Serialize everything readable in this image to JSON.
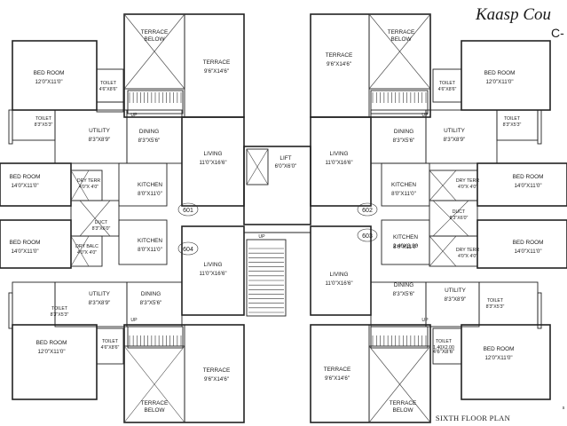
{
  "header": {
    "title": "Kaasp Cou",
    "subtitle": "C-"
  },
  "footer": {
    "floor_label": "SIXTH FLOOR PLAN",
    "corner_mark": "s"
  },
  "flats": {
    "f601": "601",
    "f602": "602",
    "f603": "603",
    "f604": "604"
  },
  "markers": {
    "up": "UP"
  },
  "core": {
    "lift_name": "LIFT",
    "lift_dim": "6'0\"X6'0\""
  },
  "rooms": [
    {
      "name": "BED ROOM",
      "dim": "12'0\"X11'0\""
    },
    {
      "name": "TOILET",
      "dim": "4'6\"X8'6\""
    },
    {
      "name": "TOILET",
      "dim": "8'3\"X5'3\""
    },
    {
      "name": "UTILITY",
      "dim": "8'3\"X8'9\""
    },
    {
      "name": "DINING",
      "dim": "8'3\"X5'6\""
    },
    {
      "name": "TERRACE",
      "dim": "9'6\"X14'6\""
    },
    {
      "name": "TERRACE BELOW",
      "dim": ""
    },
    {
      "name": "LIVING",
      "dim": "11'0\"X16'6\""
    },
    {
      "name": "BED ROOM",
      "dim": "14'0\"X11'0\""
    },
    {
      "name": "DRY TERR",
      "dim": "4'0\"X 4'0\""
    },
    {
      "name": "DUCT",
      "dim": "8'3\"X6'0\""
    },
    {
      "name": "KITCHEN",
      "dim": "8'0\"X11'0\""
    },
    {
      "name": "DRY BALC",
      "dim": "4'0\"X 4'0\""
    },
    {
      "name": "KITCHEN",
      "dim": "8'0\"X11'0\""
    },
    {
      "name": "BED ROOM",
      "dim": "14'0\"X11'0\""
    },
    {
      "name": "LIVING",
      "dim": "11'0\"X16'6\""
    },
    {
      "name": "UTILITY",
      "dim": "8'3\"X8'9\""
    },
    {
      "name": "TOILET",
      "dim": "8'3\"X5'3\""
    },
    {
      "name": "DINING",
      "dim": "8'3\"X5'6\""
    },
    {
      "name": "BED ROOM",
      "dim": "12'0\"X11'0\""
    },
    {
      "name": "TOILET",
      "dim": "4'6\"X8'6\""
    },
    {
      "name": "TERRACE",
      "dim": "9'6\"X14'6\""
    },
    {
      "name": "TERRACE BELOW",
      "dim": ""
    },
    {
      "name": "TERRACE",
      "dim": "9'6\"X14'6\""
    },
    {
      "name": "TERRACE BELOW",
      "dim": ""
    },
    {
      "name": "BED ROOM",
      "dim": "12'0\"X11'0\""
    },
    {
      "name": "TOILET",
      "dim": "4'6\"X8'6\""
    },
    {
      "name": "TOILET",
      "dim": "8'3\"X5'3\""
    },
    {
      "name": "UTILITY",
      "dim": "8'3\"X8'9\""
    },
    {
      "name": "DINING",
      "dim": "8'3\"X5'6\""
    },
    {
      "name": "LIVING",
      "dim": "11'0\"X16'6\""
    },
    {
      "name": "KITCHEN",
      "dim": "8'0\"X11'0\""
    },
    {
      "name": "BED ROOM",
      "dim": "14'0\"X11'0\""
    },
    {
      "name": "DRY TERR",
      "dim": "4'0\"X 4'0\""
    },
    {
      "name": "DUCT",
      "dim": "8'3\"X6'0\""
    },
    {
      "name": "KITCHEN",
      "dim": "2.40X3.30"
    },
    {
      "name": "",
      "dim": "8'0\"X11'0\""
    },
    {
      "name": "DRY TERR",
      "dim": "4'0\"X 4'0\""
    },
    {
      "name": "BED ROOM",
      "dim": "14'0\"X11'0\""
    },
    {
      "name": "LIVING",
      "dim": "11'0\"X16'6\""
    },
    {
      "name": "DINING",
      "dim": "8'3\"X5'6\""
    },
    {
      "name": "UTILITY",
      "dim": "8'3\"X8'9\""
    },
    {
      "name": "TOILET",
      "dim": "8'3\"X5'3\""
    },
    {
      "name": "TOILET",
      "dim": "1.40X2.00"
    },
    {
      "name": "",
      "dim": "4'6\"X8'6\""
    },
    {
      "name": "BED ROOM",
      "dim": "12'0\"X11'0\""
    },
    {
      "name": "TERRACE",
      "dim": "9'6\"X14'6\""
    },
    {
      "name": "TERRACE BELOW",
      "dim": ""
    }
  ]
}
